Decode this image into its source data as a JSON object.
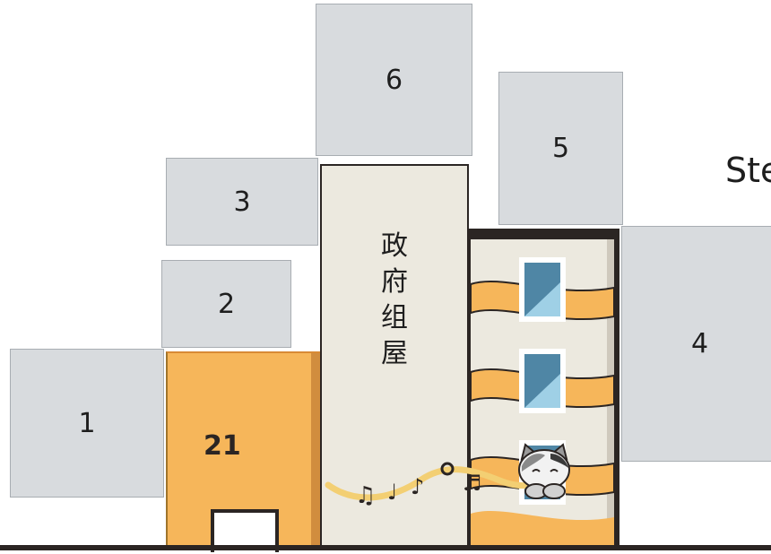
{
  "scene": {
    "plots": [
      {
        "id": "b1",
        "label": "1"
      },
      {
        "id": "b2",
        "label": "2"
      },
      {
        "id": "b3",
        "label": "3"
      },
      {
        "id": "b4",
        "label": "4"
      },
      {
        "id": "b5",
        "label": "5"
      },
      {
        "id": "b6",
        "label": "6"
      }
    ],
    "side_label": "Ste",
    "government_building": {
      "chars": [
        "政",
        "府",
        "组",
        "屋"
      ]
    },
    "orange_building": {
      "label": "21"
    },
    "colors": {
      "plot_fill": "#d8dbde",
      "plot_border": "#a8adb2",
      "building_orange": "#f6b65a",
      "building_cream": "#ece9df",
      "outline_dark": "#2b2523",
      "window_blue": "#4f86a5"
    },
    "icons": [
      "music-notes-icon",
      "cat-icon",
      "window-icon"
    ]
  }
}
